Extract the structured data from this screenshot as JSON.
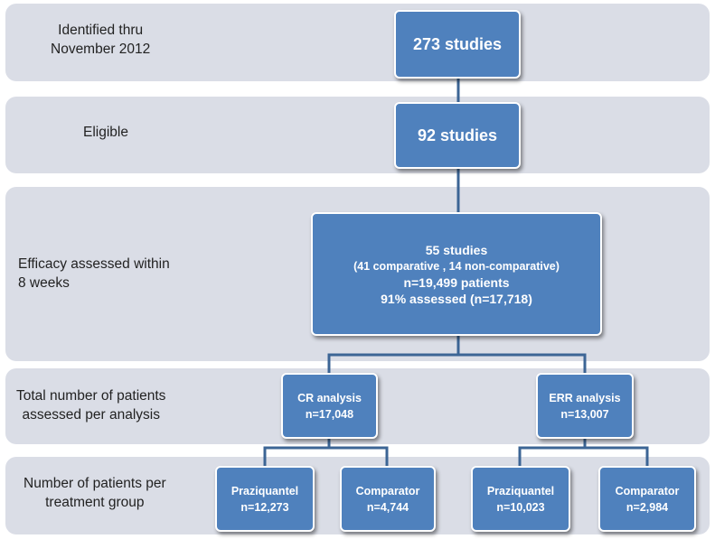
{
  "colors": {
    "band": "#dadde6",
    "box": "#4f81bd",
    "connector": "#3c6595"
  },
  "rows": {
    "identified": "Identified thru\nNovember 2012",
    "eligible": "Eligible",
    "efficacy": "Efficacy assessed within\n8 weeks",
    "total": "Total number of patients\nassessed per analysis",
    "treatment": "Number of patients per\ntreatment group"
  },
  "boxes": {
    "identified": "273 studies",
    "eligible": "92 studies",
    "efficacy": {
      "line1": "55 studies",
      "line2": "(41 comparative  , 14 non-comparative)",
      "line3": "n=19,499 patients",
      "line4": "91% assessed  (n=17,718)"
    },
    "cr": {
      "title": "CR analysis",
      "n": "n=17,048"
    },
    "err": {
      "title": "ERR analysis",
      "n": "n=13,007"
    },
    "cr_praziquantel": {
      "title": "Praziquantel",
      "n": "n=12,273"
    },
    "cr_comparator": {
      "title": "Comparator",
      "n": "n=4,744"
    },
    "err_praziquantel": {
      "title": "Praziquantel",
      "n": "n=10,023"
    },
    "err_comparator": {
      "title": "Comparator",
      "n": "n=2,984"
    }
  }
}
